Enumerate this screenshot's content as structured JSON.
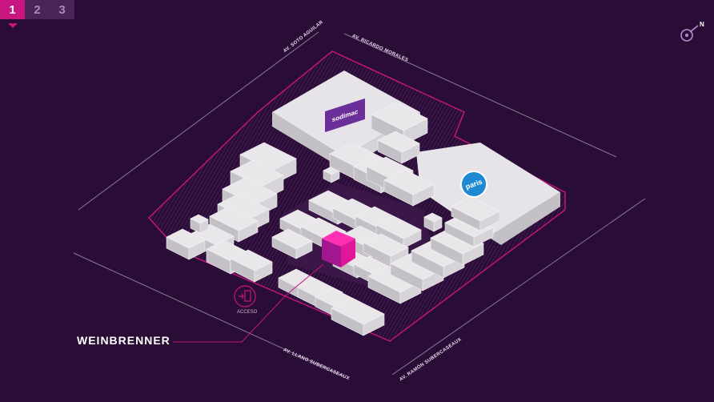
{
  "floors": {
    "tabs": [
      "1",
      "2",
      "3"
    ],
    "active_index": 0
  },
  "compass": {
    "label": "N"
  },
  "streets": [
    "AV. SOTO AGUILAR",
    "AV. RICARDO MORALES",
    "AV. LLANO SUBERCASEAUX",
    "AV. RAMÓN SUBERCASEAUX"
  ],
  "access": {
    "label": "ACCESO"
  },
  "store": {
    "label": "WEINBRENNER"
  },
  "anchors": {
    "sodimac": "sodimac",
    "paris": "paris"
  },
  "colors": {
    "background": "#2a0d36",
    "accent": "#c8157f",
    "highlight": "#e0179a",
    "building_top": "#e9e7ea",
    "building_side": "#c3c0c6"
  }
}
